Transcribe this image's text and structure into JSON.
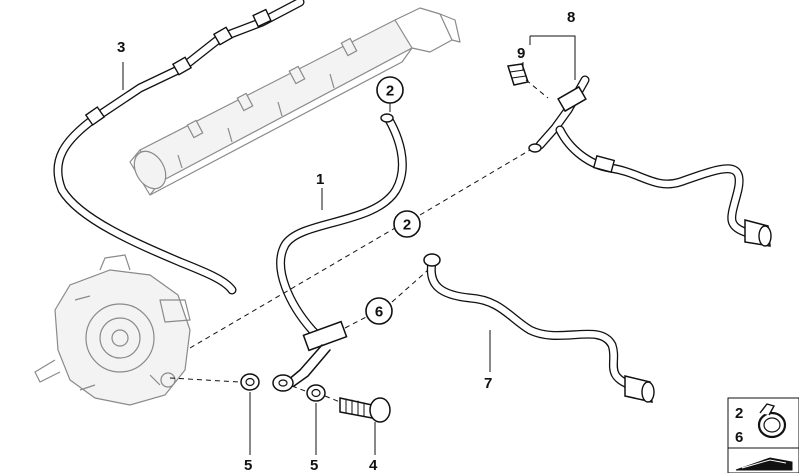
{
  "labels": {
    "p1": "1",
    "p2a": "2",
    "p2b": "2",
    "p3": "3",
    "p4": "4",
    "p5a": "5",
    "p5b": "5",
    "p6": "6",
    "p7": "7",
    "p8": "8",
    "p9": "9"
  },
  "inset": {
    "top": "2",
    "bottom": "6"
  }
}
